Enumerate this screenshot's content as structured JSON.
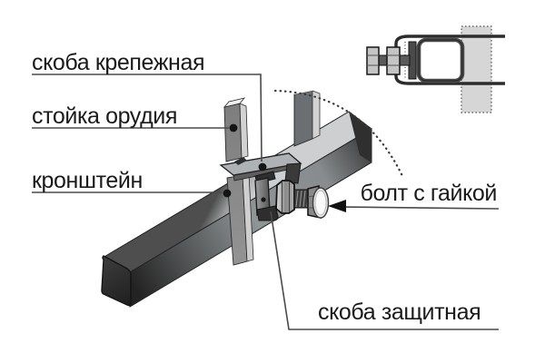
{
  "diagram": {
    "type": "technical-assembly-diagram",
    "labels": {
      "fastening_clamp": "скоба крепежная",
      "tool_post": "стойка орудия",
      "bracket": "кронштейн",
      "bolt_with_nut": "болт с гайкой",
      "protective_clamp": "скоба защитная"
    },
    "colors": {
      "background": "#ffffff",
      "text": "#1a1a1a",
      "leader_line": "#4a4a4a",
      "metal_light": "#c9cbcc",
      "metal_mid": "#8f9496",
      "metal_dark": "#2a2a2a",
      "detail_post_fill": "#d6d6d6"
    }
  }
}
